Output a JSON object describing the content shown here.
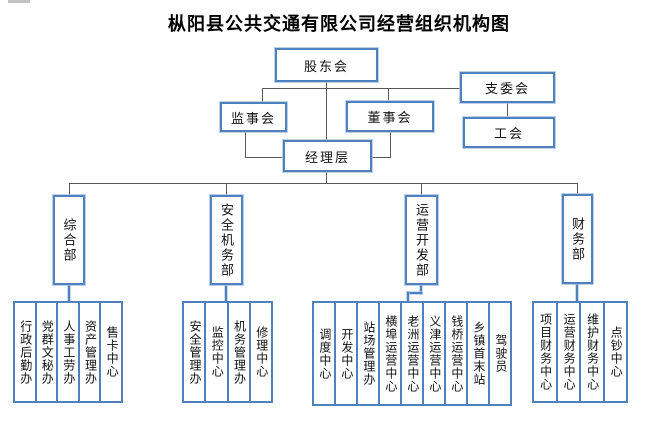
{
  "title": "枞阳县公共交通有限公司经营组织机构图",
  "colors": {
    "box_border": "#4f81bd",
    "box_halo": "#a4c2e5",
    "connector_dark": "#595959",
    "connector_blue": "#4f81bd",
    "background": "#ffffff",
    "text": "#111111"
  },
  "top": {
    "shareholders": "股东会",
    "branch_committee": "支委会",
    "supervisors": "监事会",
    "directors": "董事会",
    "labor_union": "工会",
    "managers": "经理层"
  },
  "departments": [
    {
      "label": "综合部"
    },
    {
      "label": "安全机务部"
    },
    {
      "label": "运营开发部"
    },
    {
      "label": "财务部"
    }
  ],
  "groups": [
    {
      "items": [
        "行政后勤办",
        "党群文秘办",
        "人事工劳办",
        "资产管理办",
        "售卡中心"
      ]
    },
    {
      "items": [
        "安全管理办",
        "监控中心",
        "机务管理办",
        "修理中心"
      ]
    },
    {
      "items": [
        "调度中心",
        "开发中心",
        "站场管理办",
        "横埠运营中心",
        "老洲运营中心",
        "义津运营中心",
        "钱桥运营中心",
        "乡镇首末站",
        "驾驶员"
      ]
    },
    {
      "items": [
        "项目财务中心",
        "运营财务中心",
        "维护财务中心",
        "点钞中心"
      ]
    }
  ]
}
